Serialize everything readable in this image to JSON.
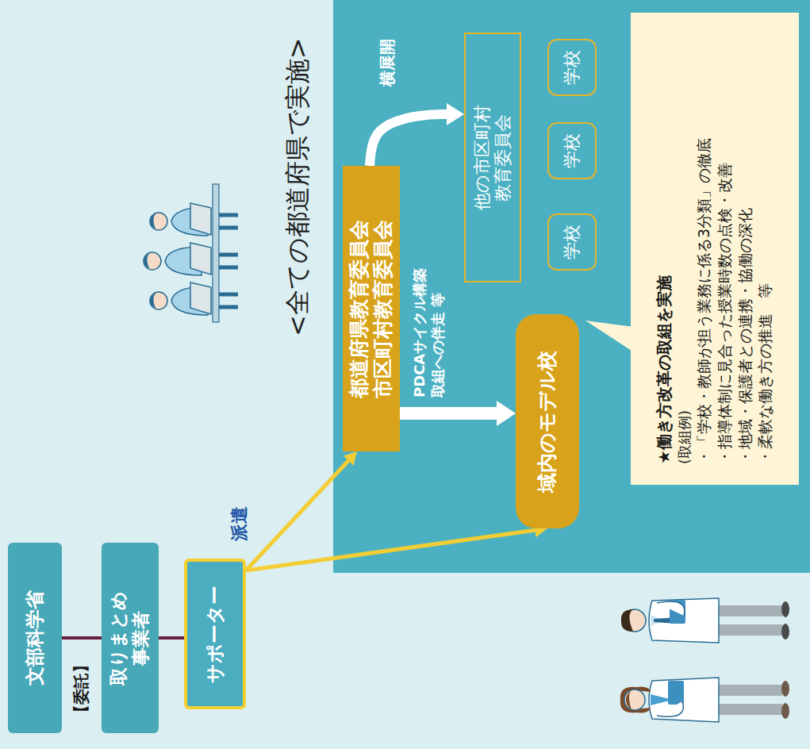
{
  "diagram": {
    "nodes": [
      {
        "text": [
          "文部科学省"
        ]
      },
      {
        "text": [
          "取りまとめ 事業者"
        ]
      },
      {
        "text": [
          "サポーター"
        ]
      },
      {
        "text": [
          "<全ての都道府県で実施>"
        ]
      },
      {
        "text": [
          "都道府県教育委員会 市区町村教育委員会"
        ],
        "in": 3
      },
      {
        "text": [
          "域内のモデル校"
        ],
        "in": 3
      },
      {
        "text": [
          "他の市区町村 教育委員会"
        ],
        "in": 3
      },
      {
        "text": [
          "学校"
        ],
        "in": 3
      },
      {
        "text": [
          "学校"
        ],
        "in": 3
      },
      {
        "text": [
          "学校"
        ],
        "in": 3
      },
      {
        "text": [
          "★働き方改革の取組を実施",
          "(取組例)",
          "・「学校・教師が担う業務に係る3分類」の徹底",
          "・指導体制に見合った授業時数の点検・改善",
          "・地域・保護者との連携・協働の深化",
          "・柔軟な働き方の推進　等"
        ],
        "in": 3
      }
    ],
    "edges": [
      {
        "from": 0,
        "to": 1,
        "arrow": "none"
      },
      {
        "from": 1,
        "to": 2,
        "arrow": "none"
      },
      {
        "from": 2,
        "to": 4,
        "arrow": "to"
      },
      {
        "from": 2,
        "to": 5,
        "arrow": "to"
      },
      {
        "from": 4,
        "to": 5,
        "arrow": "to",
        "label": "PDCAサイクル構築 取組への伴走 等"
      },
      {
        "from": 4,
        "to": 6,
        "arrow": "to",
        "label": "横展開"
      }
    ],
    "labels": [
      "【委託】",
      "派遣"
    ]
  }
}
